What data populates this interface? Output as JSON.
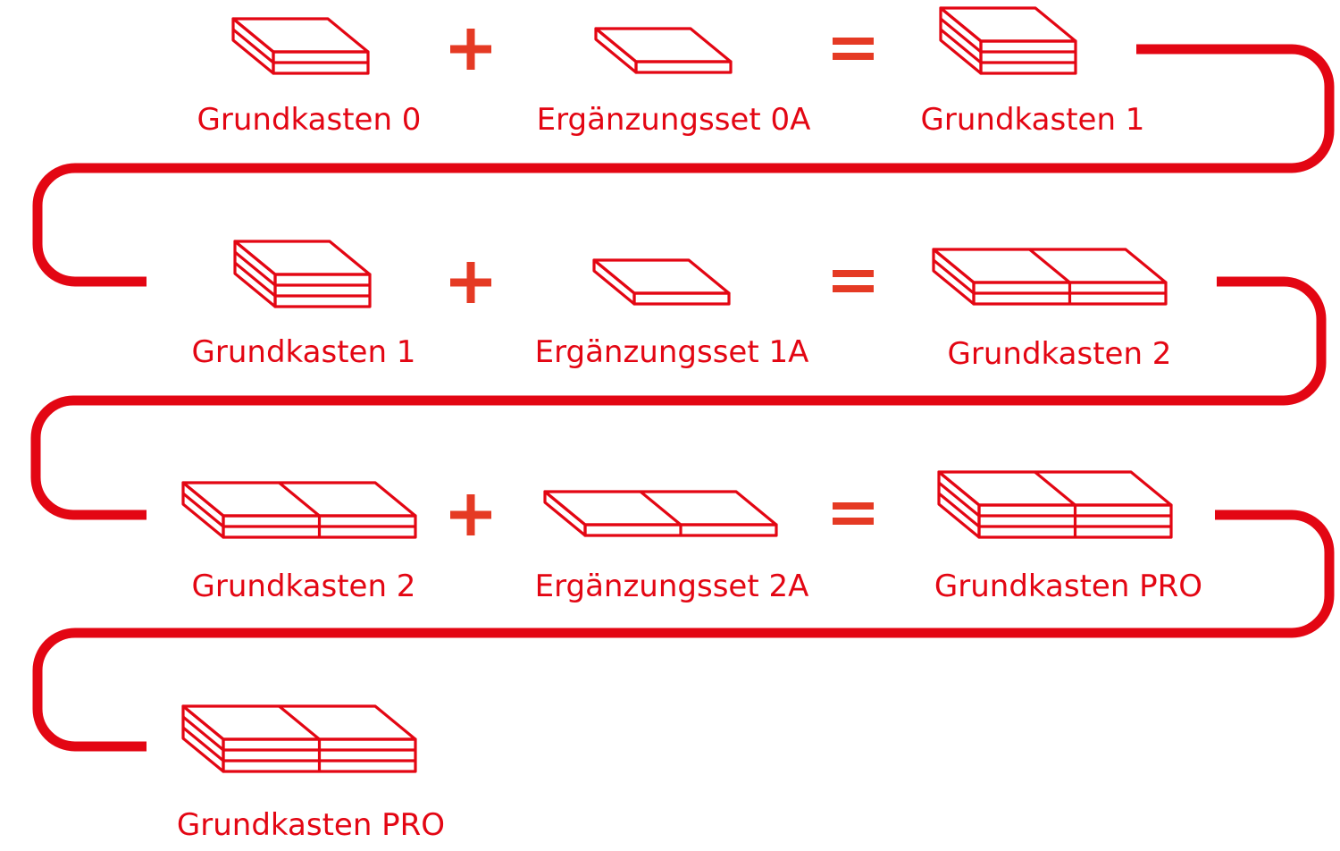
{
  "colors": {
    "accent": "#e30613",
    "operator": "#e53a24",
    "background": "#ffffff"
  },
  "icons": {
    "box": "stacked-box-icon",
    "plus": "plus-icon",
    "equals": "equals-icon"
  },
  "rows": [
    {
      "left": {
        "label": "Grundkasten 0",
        "width_units": 1,
        "layers": 2
      },
      "middle": {
        "label": "Ergänzungsset 0A",
        "width_units": 1,
        "layers": 1
      },
      "result": {
        "label": "Grundkasten 1",
        "width_units": 1,
        "layers": 3
      }
    },
    {
      "left": {
        "label": "Grundkasten 1",
        "width_units": 1,
        "layers": 3
      },
      "middle": {
        "label": "Ergänzungsset 1A",
        "width_units": 1,
        "layers": 1
      },
      "result": {
        "label": "Grundkasten 2",
        "width_units": 2,
        "layers": 2
      }
    },
    {
      "left": {
        "label": "Grundkasten 2",
        "width_units": 2,
        "layers": 2
      },
      "middle": {
        "label": "Ergänzungsset 2A",
        "width_units": 2,
        "layers": 1
      },
      "result": {
        "label": "Grundkasten PRO",
        "width_units": 2,
        "layers": 3
      }
    }
  ],
  "final": {
    "label": "Grundkasten PRO",
    "width_units": 2,
    "layers": 3
  }
}
